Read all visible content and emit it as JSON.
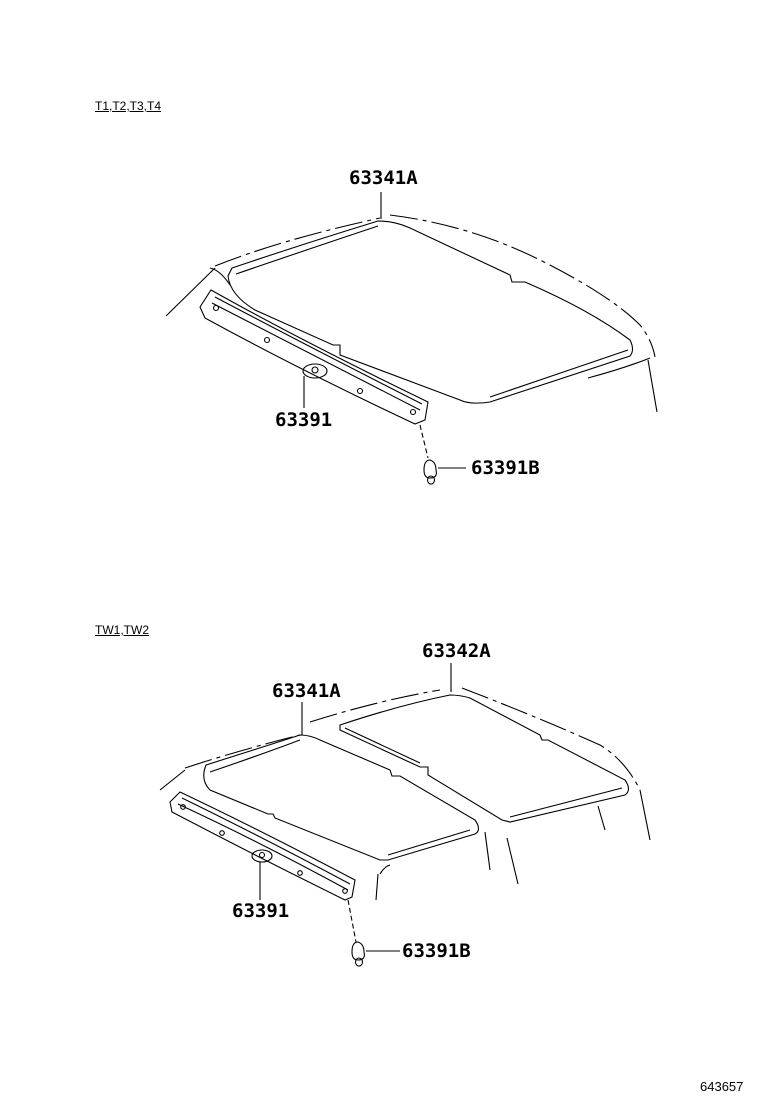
{
  "diagrams": [
    {
      "variant_label": "T1,T2,T3,T4",
      "parts": {
        "roof_headlining": "63341A",
        "front_trim": "63391",
        "clip": "63391B"
      }
    },
    {
      "variant_label": "TW1,TW2",
      "parts": {
        "front_headlining": "63341A",
        "rear_headlining": "63342A",
        "front_trim": "63391",
        "clip": "63391B"
      }
    }
  ],
  "reference_number": "643657",
  "colors": {
    "line": "#000000",
    "background": "#ffffff"
  }
}
